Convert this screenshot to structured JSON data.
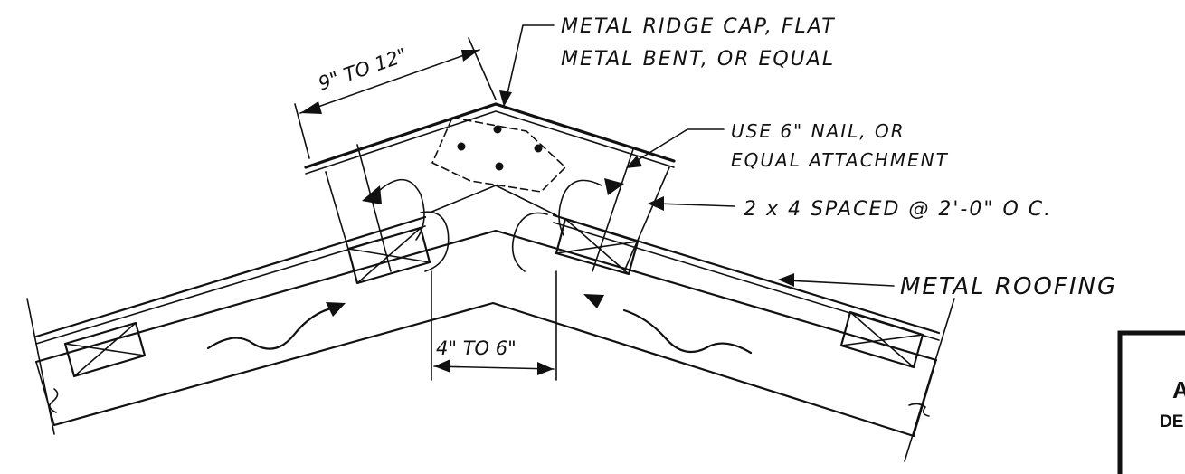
{
  "labels": {
    "ridge_cap_line1": "METAL RIDGE CAP, FLAT",
    "ridge_cap_line2": "METAL BENT, OR EQUAL",
    "nail_line1": "USE 6\" NAIL, OR",
    "nail_line2": "EQUAL ATTACHMENT",
    "spacing": "2 x 4 SPACED @ 2'-0\" O C.",
    "roofing": "METAL ROOFING"
  },
  "dimensions": {
    "cap_overlap": "9\" TO 12\"",
    "ridge_gap": "4\" TO 6\""
  },
  "title_box": {
    "line1": "A",
    "line2": "DE"
  },
  "colors": {
    "ink": "#111111",
    "paper": "#ffffff"
  }
}
